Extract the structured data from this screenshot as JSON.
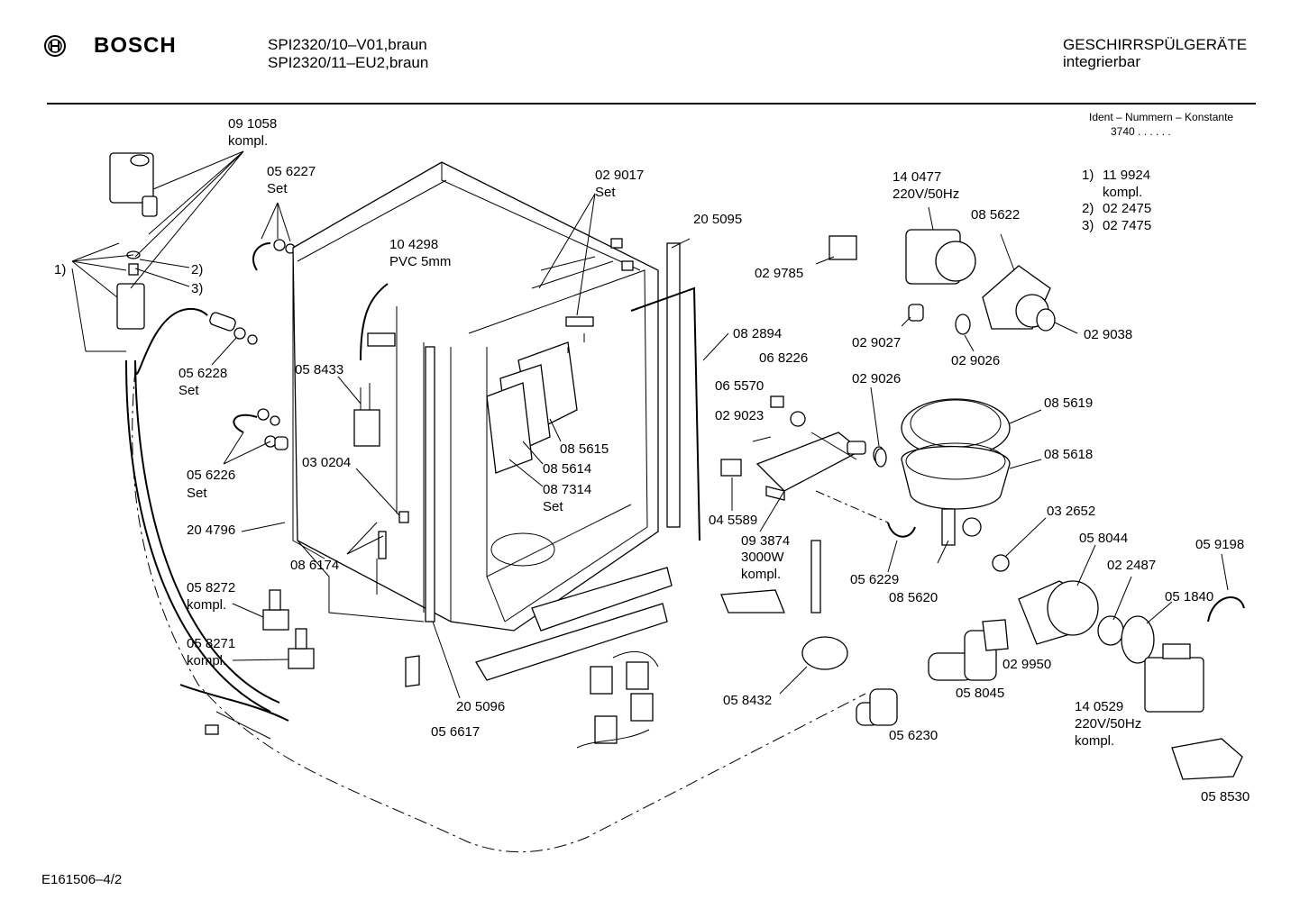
{
  "header": {
    "brand": "BOSCH",
    "model_line1": "SPI2320/10–V01,braun",
    "model_line2": "SPI2320/11–EU2,braun",
    "category_line1": "GESCHIRRSPÜLGERÄTE",
    "category_line2": "integrierbar",
    "ident_label": "Ident – Nummern – Konstante",
    "ident_value": "3740  .  .   .  .  .  ."
  },
  "footnotes": [
    {
      "num": "1)",
      "text": "11 9924"
    },
    {
      "num": "",
      "text": "kompl."
    },
    {
      "num": "2)",
      "text": "02 2475"
    },
    {
      "num": "3)",
      "text": "02 7475"
    }
  ],
  "labels": {
    "p091058": "09 1058",
    "p091058b": "kompl.",
    "p056227": "05 6227",
    "p056227b": "Set",
    "p029017": "02 9017",
    "p029017b": "Set",
    "p205095": "20 5095",
    "p104298": "10 4298",
    "p104298b": "PVC 5mm",
    "p140477": "14 0477",
    "p140477b": "220V/50Hz",
    "p085622": "08 5622",
    "p029785": "02 9785",
    "p029027": "02 9027",
    "p029026a": "02 9026",
    "p029038": "02 9038",
    "p029026b": "02 9026",
    "p082894": "08 2894",
    "p068226": "06 8226",
    "p065570": "06 5570",
    "p029023": "02 9023",
    "p085619": "08 5619",
    "p085618": "08 5618",
    "p058433": "05 8433",
    "p085615": "08 5615",
    "p085614": "08 5614",
    "p087314": "08 7314",
    "p087314b": "Set",
    "p056228": "05 6228",
    "p056228b": "Set",
    "p056226": "05 6226",
    "p056226b": "Set",
    "p030204": "03 0204",
    "p204796": "20 4796",
    "p086174": "08 6174",
    "p045589": "04 5589",
    "p093874": "09 3874",
    "p093874b": "3000W",
    "p093874c": "kompl.",
    "p032652": "03 2652",
    "p058044": "05 8044",
    "p059198": "05 9198",
    "p056229": "05 6229",
    "p085620": "08 5620",
    "p022487": "02 2487",
    "p051840": "05 1840",
    "p058272": "05 8272",
    "p058272b": "kompl.",
    "p058271": "05 8271",
    "p058271b": "kompl.",
    "p029950": "02 9950",
    "p058045": "05 8045",
    "p140529": "14 0529",
    "p140529b": "220V/50Hz",
    "p140529c": "kompl.",
    "p058432": "05 8432",
    "p205096": "20 5096",
    "p056617": "05 6617",
    "p056230": "05 6230",
    "p058530": "05 8530",
    "c1": "1)",
    "c2": "2)",
    "c3": "3)"
  },
  "footer": {
    "drawing_id": "E161506–4/2"
  }
}
